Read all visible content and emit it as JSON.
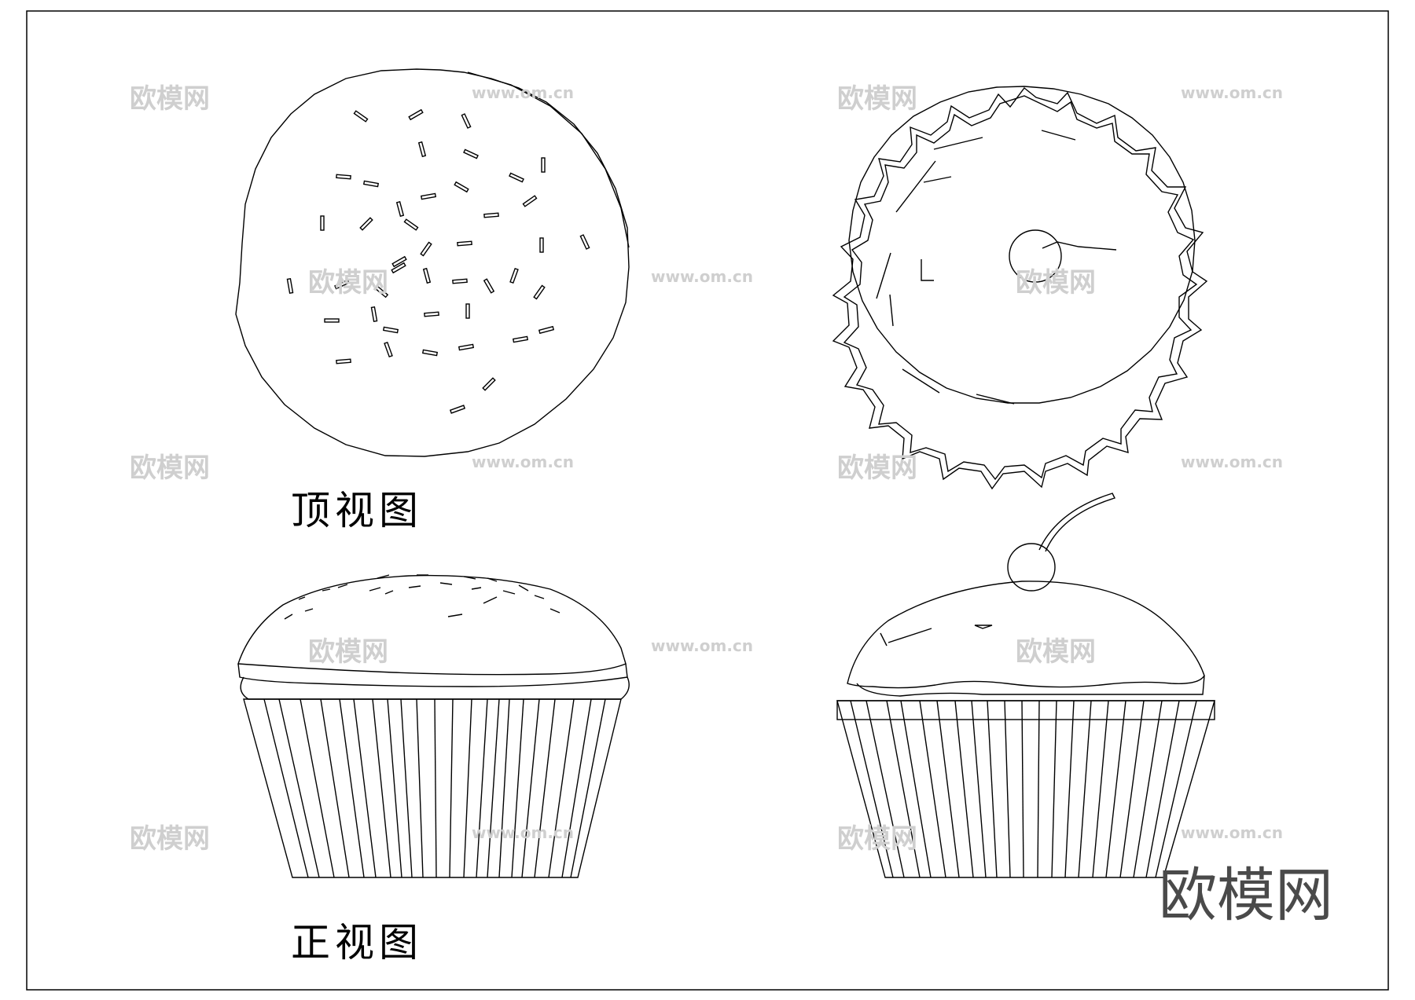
{
  "views": {
    "top_view_label": "顶视图",
    "front_view_label": "正视图"
  },
  "watermark": {
    "brand_text": "欧模网",
    "url_text": "www.om.cn"
  },
  "colors": {
    "line": "#000000",
    "background": "#ffffff",
    "watermark": "#cfcfcf",
    "brand": "#4a4a4a"
  }
}
